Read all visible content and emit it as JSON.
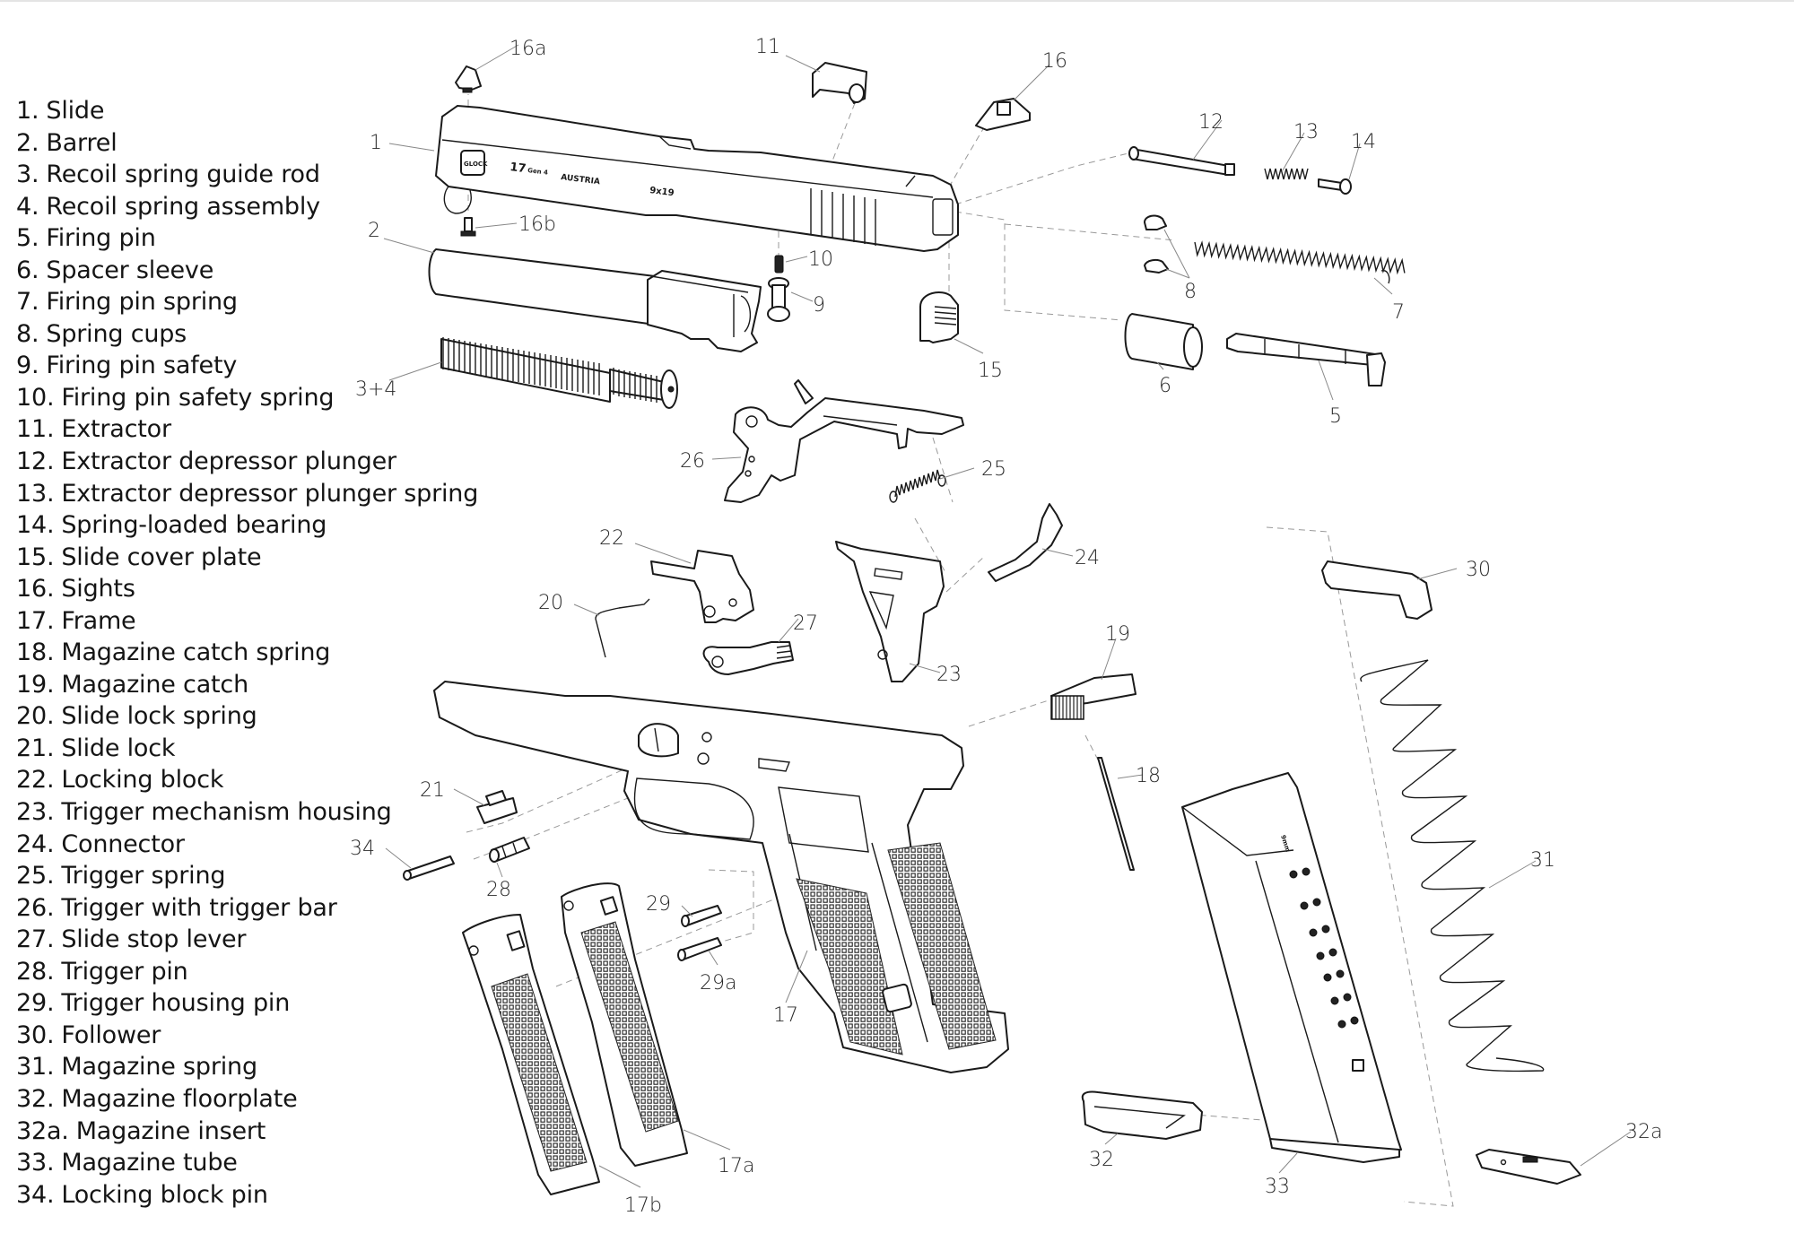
{
  "title": "Glock 17 Gen 4 exploded parts diagram",
  "parts_list": [
    {
      "num": "1.",
      "name": "Slide"
    },
    {
      "num": "2.",
      "name": "Barrel"
    },
    {
      "num": "3.",
      "name": "Recoil spring guide rod"
    },
    {
      "num": "4.",
      "name": "Recoil spring assembly"
    },
    {
      "num": "5.",
      "name": "Firing pin"
    },
    {
      "num": "6.",
      "name": "Spacer sleeve"
    },
    {
      "num": "7.",
      "name": "Firing pin spring"
    },
    {
      "num": "8.",
      "name": "Spring cups"
    },
    {
      "num": "9.",
      "name": "Firing pin safety"
    },
    {
      "num": "10.",
      "name": "Firing pin safety spring"
    },
    {
      "num": "11.",
      "name": "Extractor"
    },
    {
      "num": "12.",
      "name": "Extractor depressor plunger"
    },
    {
      "num": "13.",
      "name": "Extractor depressor plunger spring"
    },
    {
      "num": "14.",
      "name": "Spring-loaded bearing"
    },
    {
      "num": "15.",
      "name": "Slide cover plate"
    },
    {
      "num": "16.",
      "name": "Sights"
    },
    {
      "num": "17.",
      "name": "Frame"
    },
    {
      "num": "18.",
      "name": "Magazine catch spring"
    },
    {
      "num": "19.",
      "name": "Magazine catch"
    },
    {
      "num": "20.",
      "name": "Slide lock spring"
    },
    {
      "num": "21.",
      "name": "Slide lock"
    },
    {
      "num": "22.",
      "name": "Locking block"
    },
    {
      "num": "23.",
      "name": "Trigger mechanism housing"
    },
    {
      "num": "24.",
      "name": "Connector"
    },
    {
      "num": "25.",
      "name": "Trigger spring"
    },
    {
      "num": "26.",
      "name": "Trigger with trigger bar"
    },
    {
      "num": "27.",
      "name": "Slide stop lever"
    },
    {
      "num": "28.",
      "name": "Trigger pin"
    },
    {
      "num": "29.",
      "name": "Trigger housing pin"
    },
    {
      "num": "30.",
      "name": "Follower"
    },
    {
      "num": "31.",
      "name": "Magazine spring"
    },
    {
      "num": "32.",
      "name": "Magazine floorplate"
    },
    {
      "num": "32a.",
      "name": "Magazine insert"
    },
    {
      "num": "33.",
      "name": "Magazine tube"
    },
    {
      "num": "34.",
      "name": "Locking block pin"
    }
  ],
  "callouts": {
    "c1": "1",
    "c2": "2",
    "c3_4": "3+4",
    "c5": "5",
    "c6": "6",
    "c7": "7",
    "c8": "8",
    "c9": "9",
    "c10": "10",
    "c11": "11",
    "c12": "12",
    "c13": "13",
    "c14": "14",
    "c15": "15",
    "c16": "16",
    "c16a": "16a",
    "c16b": "16b",
    "c17": "17",
    "c17a": "17a",
    "c17b": "17b",
    "c18": "18",
    "c19": "19",
    "c20": "20",
    "c21": "21",
    "c22": "22",
    "c23": "23",
    "c24": "24",
    "c25": "25",
    "c26": "26",
    "c27": "27",
    "c28": "28",
    "c29": "29",
    "c29a": "29a",
    "c30": "30",
    "c31": "31",
    "c32": "32",
    "c32a": "32a",
    "c33": "33",
    "c34": "34"
  },
  "slide_markings": {
    "logo": "GLOCK",
    "model": "17",
    "generation": "Gen 4",
    "origin": "AUSTRIA",
    "caliber": "9x19"
  },
  "magazine_markings": {
    "caliber": "9mm"
  }
}
